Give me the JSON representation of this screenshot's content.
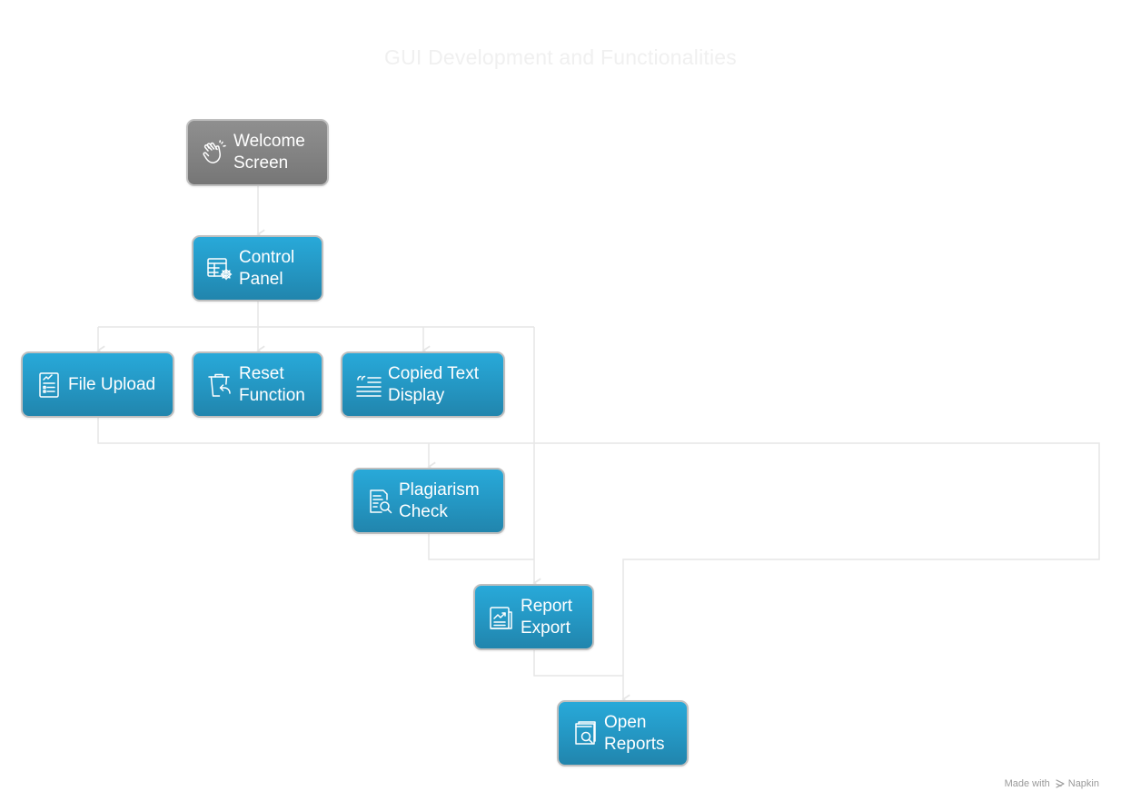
{
  "title": "GUI Development and Functionalities",
  "colors": {
    "node_blue": "#2496c2",
    "node_gray": "#828282",
    "connector": "#e6e6e6"
  },
  "nodes": {
    "welcome": {
      "label": "Welcome\nScreen",
      "icon": "waving-hand-icon"
    },
    "control": {
      "label": "Control\nPanel",
      "icon": "table-gear-icon"
    },
    "file_upload": {
      "label": "File Upload",
      "icon": "document-list-icon"
    },
    "reset": {
      "label": "Reset\nFunction",
      "icon": "trash-undo-icon"
    },
    "copied": {
      "label": "Copied Text\nDisplay",
      "icon": "quote-text-icon"
    },
    "plagiarism": {
      "label": "Plagiarism\nCheck",
      "icon": "document-search-icon"
    },
    "report_export": {
      "label": "Report\nExport",
      "icon": "chart-report-icon"
    },
    "open_reports": {
      "label": "Open\nReports",
      "icon": "book-search-icon"
    }
  },
  "footer": {
    "made_with": "Made with",
    "brand": "Napkin"
  }
}
